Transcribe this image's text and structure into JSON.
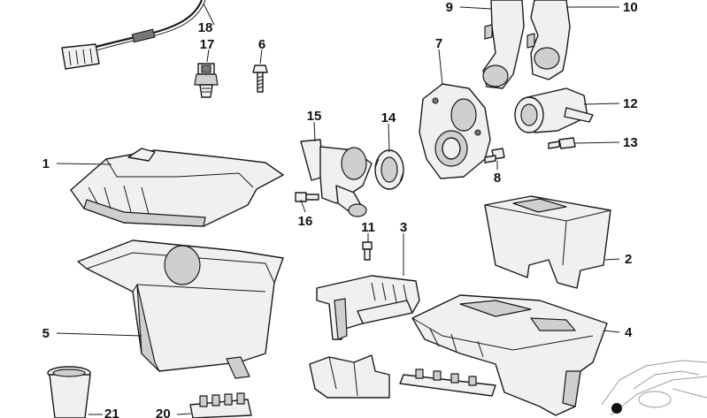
{
  "labels": {
    "p1": "1",
    "p2": "2",
    "p3": "3",
    "p4": "4",
    "p5": "5",
    "p6": "6",
    "p7": "7",
    "p8": "8",
    "p9": "9",
    "p10": "10",
    "p11": "11",
    "p12": "12",
    "p13": "13",
    "p14": "14",
    "p15": "15",
    "p16": "16",
    "p17": "17",
    "p18": "18",
    "p20": "20",
    "p21": "21"
  }
}
